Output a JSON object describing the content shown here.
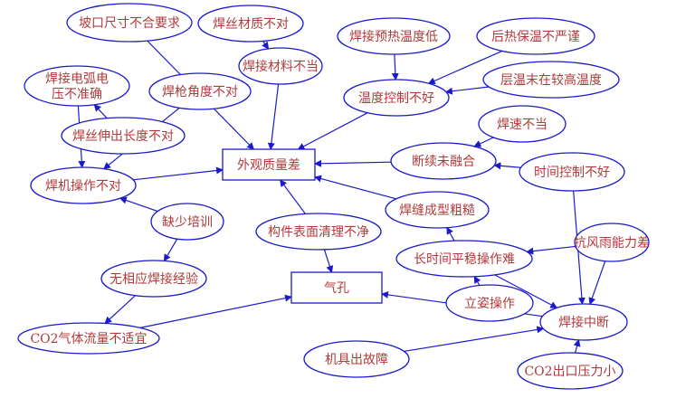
{
  "colors": {
    "stroke": "#1a1acc",
    "text": "#b03a3a"
  },
  "nodes": [
    {
      "id": "n1",
      "shape": "ellipse",
      "lines": [
        "坡口尺寸不合要求"
      ]
    },
    {
      "id": "n2",
      "shape": "ellipse",
      "lines": [
        "焊丝材质不对"
      ]
    },
    {
      "id": "n3",
      "shape": "ellipse",
      "lines": [
        "焊接材料不当"
      ]
    },
    {
      "id": "n4",
      "shape": "ellipse",
      "lines": [
        "焊接电弧电",
        "压不准确"
      ]
    },
    {
      "id": "n5",
      "shape": "ellipse",
      "lines": [
        "焊枪角度不对"
      ]
    },
    {
      "id": "n6",
      "shape": "ellipse",
      "lines": [
        "焊丝伸出长度不对"
      ]
    },
    {
      "id": "n7",
      "shape": "ellipse",
      "lines": [
        "焊机操作不对"
      ]
    },
    {
      "id": "n8",
      "shape": "rect",
      "lines": [
        "外观质量差"
      ]
    },
    {
      "id": "n9",
      "shape": "ellipse",
      "lines": [
        "焊接预热温度低"
      ]
    },
    {
      "id": "n10",
      "shape": "ellipse",
      "lines": [
        "后热保温不严谨"
      ]
    },
    {
      "id": "n11",
      "shape": "ellipse",
      "lines": [
        "温度控制不好"
      ]
    },
    {
      "id": "n12",
      "shape": "ellipse",
      "lines": [
        "层温末在较高温度"
      ]
    },
    {
      "id": "n13",
      "shape": "ellipse",
      "lines": [
        "焊速不当"
      ]
    },
    {
      "id": "n14",
      "shape": "ellipse",
      "lines": [
        "断续未融合"
      ]
    },
    {
      "id": "n15",
      "shape": "ellipse",
      "lines": [
        "时间控制不好"
      ]
    },
    {
      "id": "n16",
      "shape": "ellipse",
      "lines": [
        "缺少培训"
      ]
    },
    {
      "id": "n17",
      "shape": "ellipse",
      "lines": [
        "构件表面清理不净"
      ]
    },
    {
      "id": "n18",
      "shape": "ellipse",
      "lines": [
        "焊缝成型粗糙"
      ]
    },
    {
      "id": "n19",
      "shape": "ellipse",
      "lines": [
        "抗风雨能力差"
      ]
    },
    {
      "id": "n20",
      "shape": "ellipse",
      "lines": [
        "长时间平稳操作难"
      ]
    },
    {
      "id": "n21",
      "shape": "ellipse",
      "lines": [
        "无相应焊接经验"
      ]
    },
    {
      "id": "n22",
      "shape": "rect",
      "lines": [
        "气孔"
      ]
    },
    {
      "id": "n23",
      "shape": "ellipse",
      "lines": [
        "立姿操作"
      ]
    },
    {
      "id": "n24",
      "shape": "ellipse",
      "lines": [
        "焊接中断"
      ]
    },
    {
      "id": "n25",
      "shape": "ellipse",
      "lines": [
        "CO2气体流量不适宜"
      ]
    },
    {
      "id": "n26",
      "shape": "ellipse",
      "lines": [
        "机具出故障"
      ]
    },
    {
      "id": "n27",
      "shape": "ellipse",
      "lines": [
        "CO2出口压力小"
      ]
    }
  ],
  "edges": [
    [
      "n1",
      "n8"
    ],
    [
      "n2",
      "n3"
    ],
    [
      "n3",
      "n8"
    ],
    [
      "n5",
      "n7"
    ],
    [
      "n6",
      "n4"
    ],
    [
      "n4",
      "n7"
    ],
    [
      "n7",
      "n8"
    ],
    [
      "n11",
      "n8"
    ],
    [
      "n9",
      "n11"
    ],
    [
      "n10",
      "n11"
    ],
    [
      "n12",
      "n11"
    ],
    [
      "n13",
      "n14"
    ],
    [
      "n14",
      "n8"
    ],
    [
      "n15",
      "n14"
    ],
    [
      "n15",
      "n24"
    ],
    [
      "n16",
      "n7"
    ],
    [
      "n16",
      "n21"
    ],
    [
      "n21",
      "n25"
    ],
    [
      "n25",
      "n22"
    ],
    [
      "n17",
      "n8"
    ],
    [
      "n17",
      "n22"
    ],
    [
      "n18",
      "n8"
    ],
    [
      "n20",
      "n18"
    ],
    [
      "n19",
      "n20"
    ],
    [
      "n19",
      "n24"
    ],
    [
      "n20",
      "n24"
    ],
    [
      "n23",
      "n20"
    ],
    [
      "n24",
      "n22"
    ],
    [
      "n26",
      "n24"
    ],
    [
      "n27",
      "n24"
    ]
  ]
}
